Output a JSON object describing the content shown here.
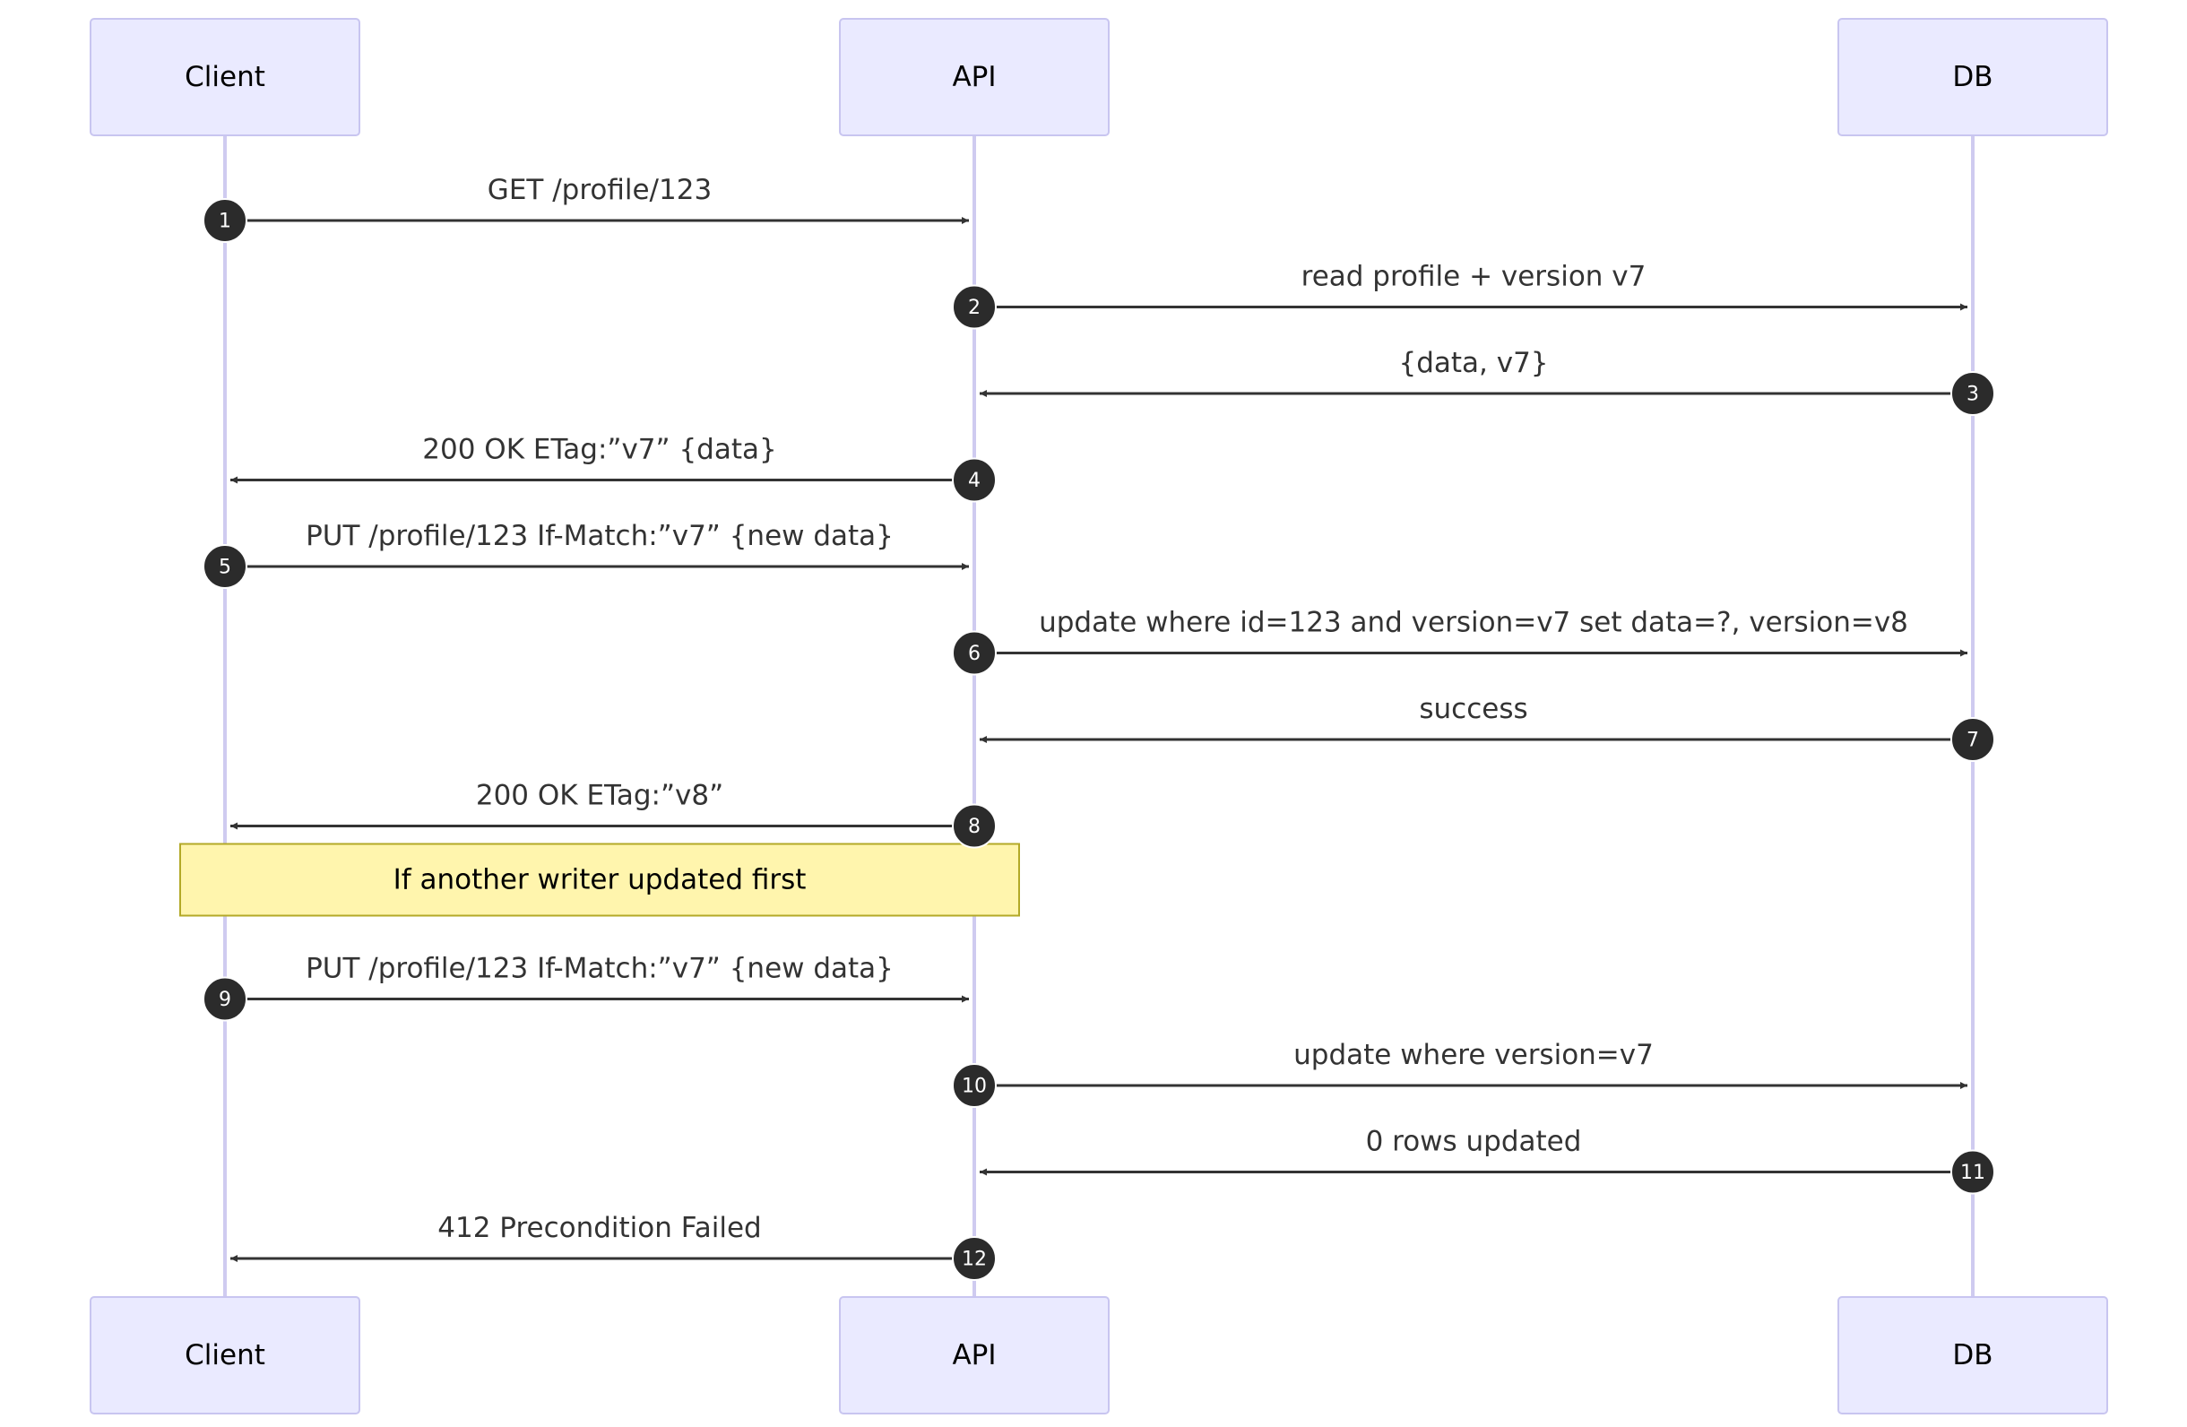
{
  "colors": {
    "actor_fill": "#eaeaff",
    "actor_border": "#c8c5f0",
    "lifeline": "#cfcbf0",
    "message": "#333333",
    "sequence_circle": "#2b2b2b",
    "note_fill": "#fff5ad",
    "note_border": "#b3a927"
  },
  "actors": [
    {
      "id": "client",
      "label": "Client"
    },
    {
      "id": "api",
      "label": "API"
    },
    {
      "id": "db",
      "label": "DB"
    }
  ],
  "messages": [
    {
      "seq": "1",
      "from": "client",
      "to": "api",
      "label": "GET /profile/123"
    },
    {
      "seq": "2",
      "from": "api",
      "to": "db",
      "label": "read profile + version v7"
    },
    {
      "seq": "3",
      "from": "db",
      "to": "api",
      "label": "{data, v7}"
    },
    {
      "seq": "4",
      "from": "api",
      "to": "client",
      "label": "200 OK ETag:”v7” {data}"
    },
    {
      "seq": "5",
      "from": "client",
      "to": "api",
      "label": "PUT /profile/123 If-Match:”v7” {new data}"
    },
    {
      "seq": "6",
      "from": "api",
      "to": "db",
      "label": "update where id=123 and version=v7 set data=?, version=v8"
    },
    {
      "seq": "7",
      "from": "db",
      "to": "api",
      "label": "success"
    },
    {
      "seq": "8",
      "from": "api",
      "to": "client",
      "label": "200 OK ETag:”v8”"
    },
    {
      "seq": "9",
      "from": "client",
      "to": "api",
      "label": "PUT /profile/123 If-Match:”v7” {new data}"
    },
    {
      "seq": "10",
      "from": "api",
      "to": "db",
      "label": "update where version=v7"
    },
    {
      "seq": "11",
      "from": "db",
      "to": "api",
      "label": "0 rows updated"
    },
    {
      "seq": "12",
      "from": "api",
      "to": "client",
      "label": "412 Precondition Failed"
    }
  ],
  "notes": [
    {
      "after_message": "8",
      "over": [
        "client",
        "api"
      ],
      "label": "If another writer updated first"
    }
  ]
}
